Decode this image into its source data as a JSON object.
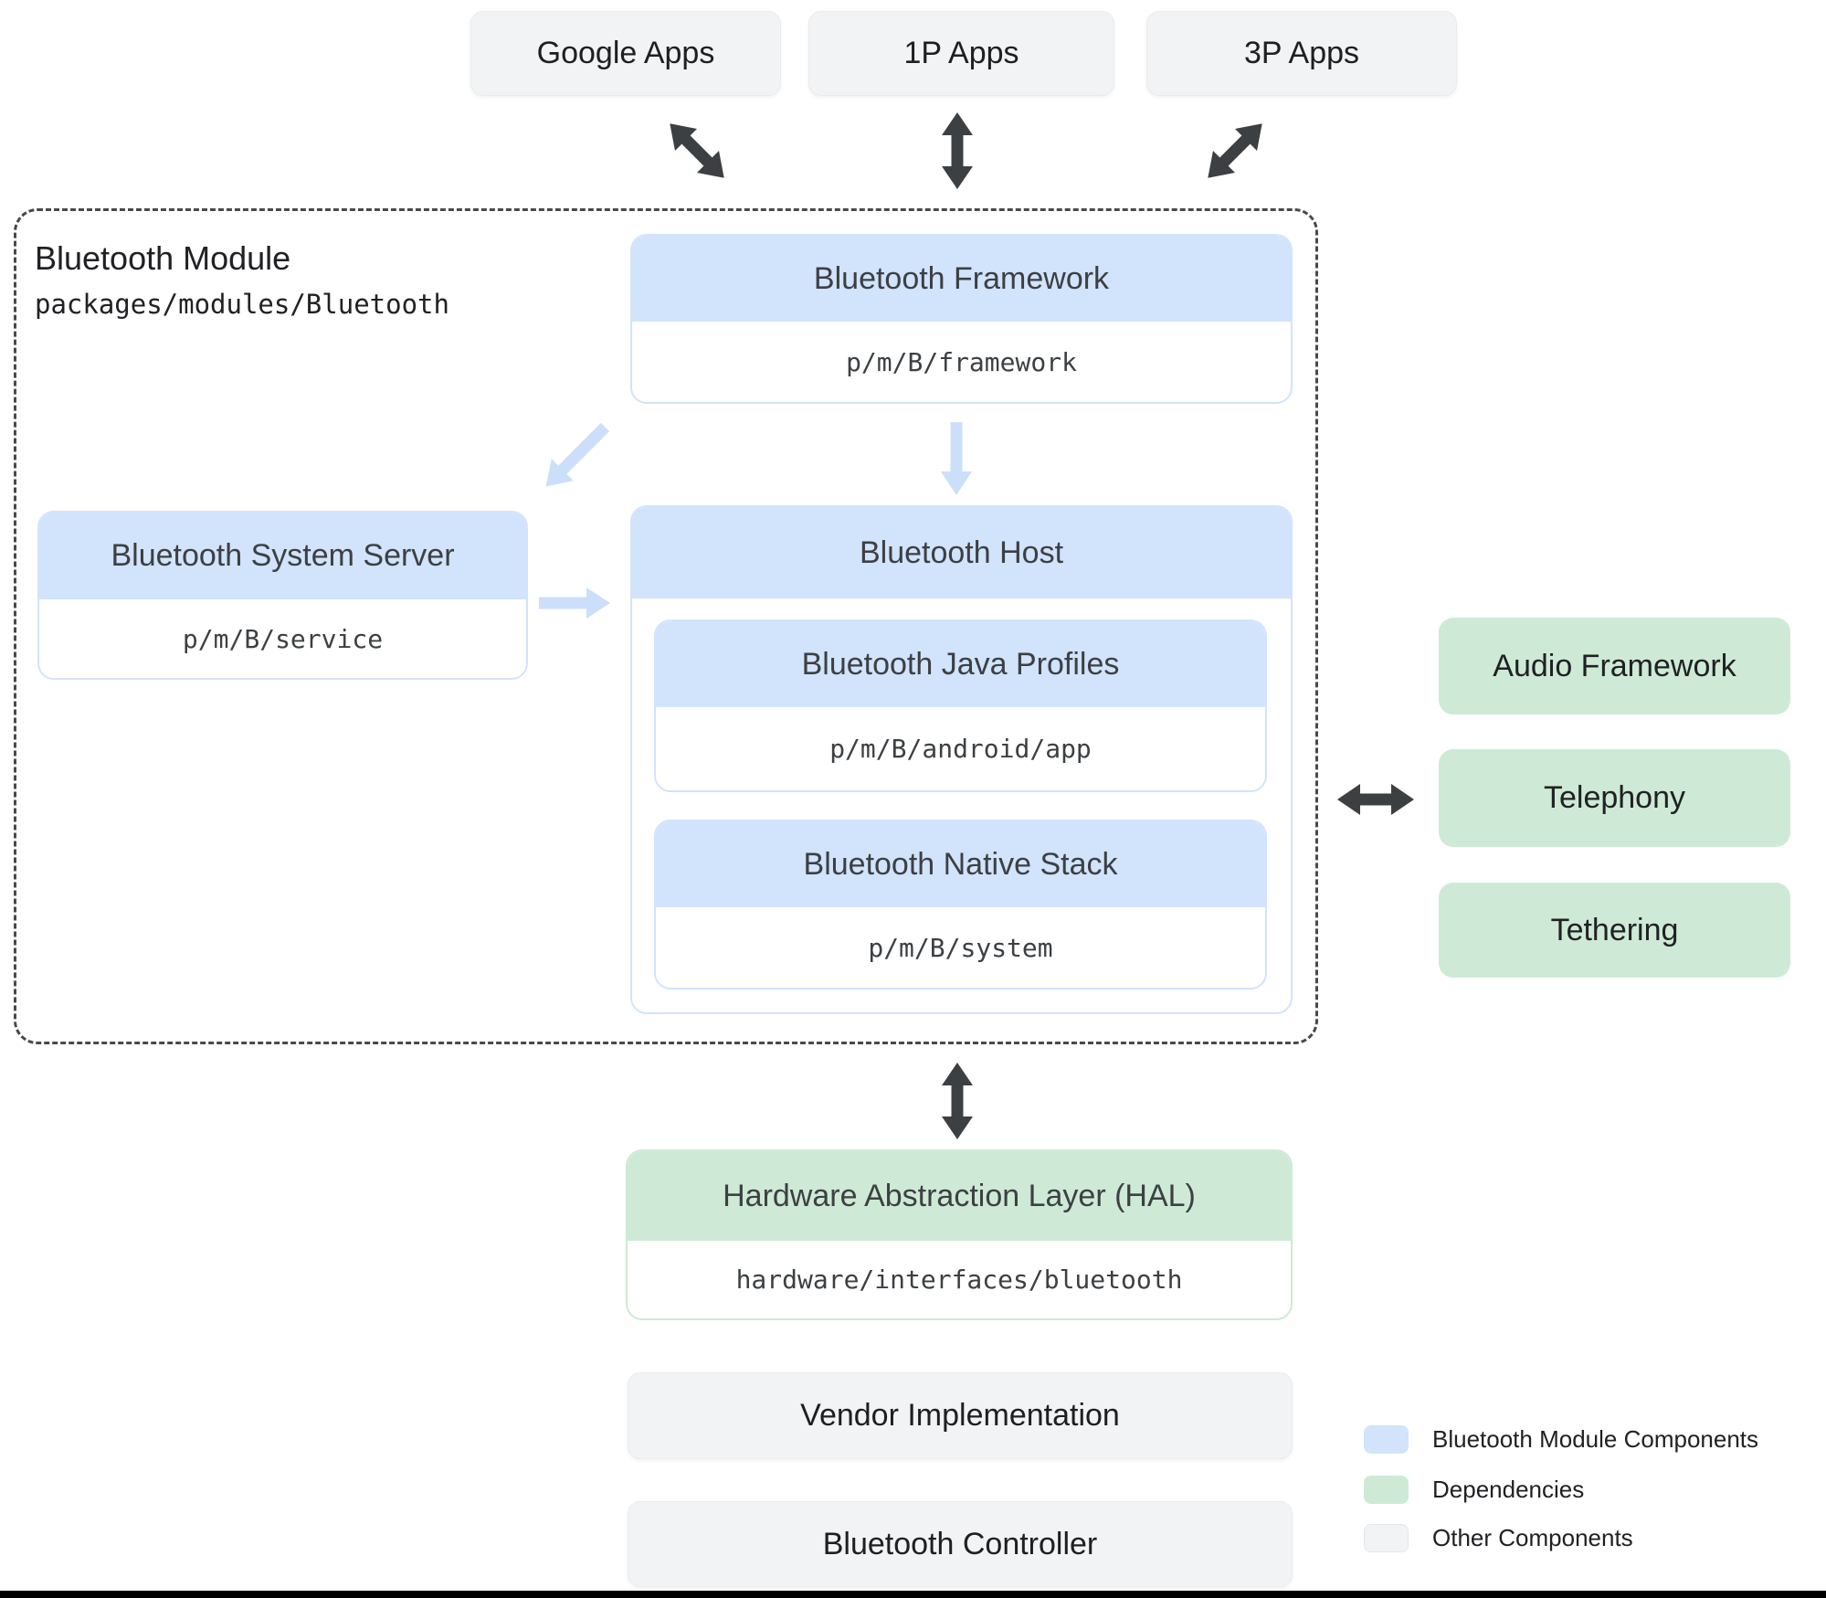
{
  "top_apps": {
    "items": [
      {
        "label": "Google Apps"
      },
      {
        "label": "1P Apps"
      },
      {
        "label": "3P Apps"
      }
    ]
  },
  "bluetooth_module": {
    "title": "Bluetooth Module",
    "path": "packages/modules/Bluetooth",
    "framework": {
      "title": "Bluetooth Framework",
      "path": "p/m/B/framework"
    },
    "system_server": {
      "title": "Bluetooth System Server",
      "path": "p/m/B/service"
    },
    "host": {
      "title": "Bluetooth Host",
      "children": [
        {
          "title": "Bluetooth Java Profiles",
          "path": "p/m/B/android/app"
        },
        {
          "title": "Bluetooth Native Stack",
          "path": "p/m/B/system"
        }
      ]
    }
  },
  "dependencies": {
    "items": [
      {
        "label": "Audio Framework"
      },
      {
        "label": "Telephony"
      },
      {
        "label": "Tethering"
      }
    ]
  },
  "hal": {
    "title": "Hardware Abstraction Layer (HAL)",
    "path": "hardware/interfaces/bluetooth"
  },
  "other_components": {
    "items": [
      {
        "label": "Vendor Implementation"
      },
      {
        "label": "Bluetooth Controller"
      }
    ]
  },
  "legend": {
    "items": [
      {
        "label": "Bluetooth Module Components",
        "color": "#d2e3fc"
      },
      {
        "label": "Dependencies",
        "color": "#ceead6"
      },
      {
        "label": "Other Components",
        "color": "#f1f3f4"
      }
    ]
  },
  "icons": {
    "bidirectional_vertical_arrow": "↕",
    "bidirectional_horizontal_arrow": "↔",
    "down_arrow": "↓",
    "right_arrow": "→",
    "down_left_arrow": "↙"
  },
  "colors": {
    "module_component_fill": "#d2e3fc",
    "dependency_fill": "#ceead6",
    "other_component_fill": "#f1f3f4",
    "dark_arrow": "#3c4043",
    "light_arrow": "#ccdffa",
    "dashed_border": "#47494c",
    "header_text": "#3c4043",
    "body_text": "#202124"
  }
}
